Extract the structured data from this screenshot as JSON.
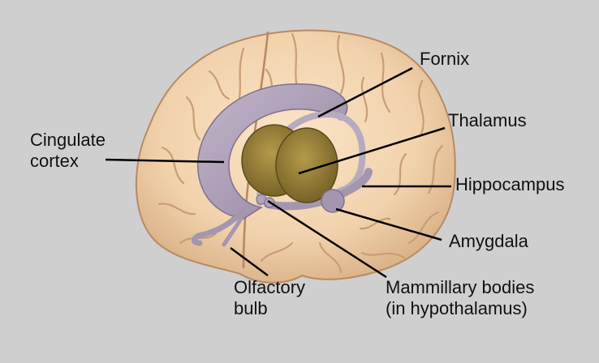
{
  "labels": {
    "fornix": "Fornix",
    "thalamus": "Thalamus",
    "cingulate_line1": "Cingulate",
    "cingulate_line2": "cortex",
    "hippocampus": "Hippocampus",
    "amygdala": "Amygdala",
    "olfactory_line1": "Olfactory",
    "olfactory_line2": "bulb",
    "mammillary_line1": "Mammillary bodies",
    "mammillary_line2": "(in hypothalamus)"
  },
  "colors": {
    "background": "#cfcfcf",
    "brain_tan": "#f1d2ac",
    "brain_fold": "#c99d74",
    "limbic_purple": "#a99bb3",
    "thalamus_olive": "#8a7430",
    "label_text": "#111111",
    "pointer_line": "#000000"
  }
}
